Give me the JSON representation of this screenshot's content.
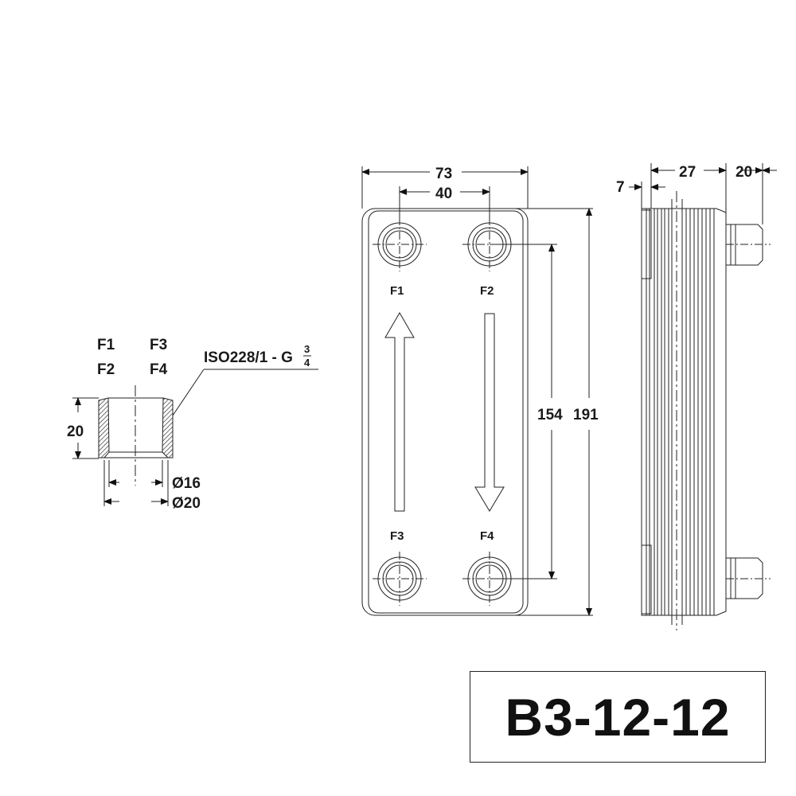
{
  "title": "B3-12-12",
  "connection": {
    "ports_row1": [
      "F1",
      "F3"
    ],
    "ports_row2": [
      "F2",
      "F4"
    ],
    "thread_main": "ISO228/1 - G",
    "thread_num": "3",
    "thread_den": "4",
    "height": "20",
    "inner_diameter": "Ø16",
    "outer_diameter": "Ø20"
  },
  "front": {
    "width_overall": "73",
    "port_spacing_h": "40",
    "port_spacing_v": "154",
    "height_overall": "191",
    "ports": [
      "F1",
      "F2",
      "F3",
      "F4"
    ]
  },
  "side": {
    "offset": "7",
    "thickness": "27",
    "connection_length": "20"
  }
}
